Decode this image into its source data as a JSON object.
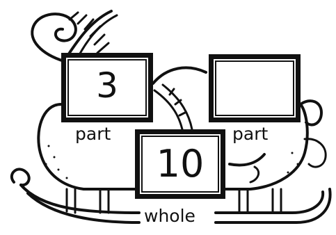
{
  "diagram": {
    "part_left": {
      "value": "3",
      "label": "part"
    },
    "part_right": {
      "value": "",
      "label": "part"
    },
    "whole": {
      "value": "10",
      "label": "whole"
    }
  },
  "colors": {
    "ink": "#111111",
    "paper": "#ffffff"
  }
}
